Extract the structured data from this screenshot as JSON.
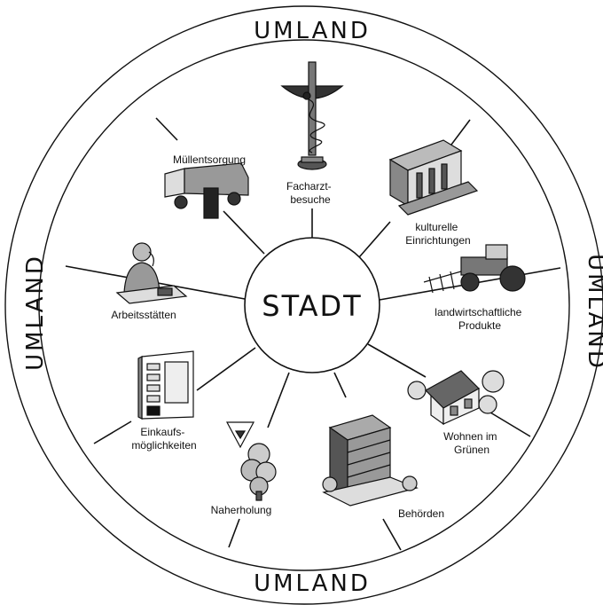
{
  "center": {
    "label": "STADT"
  },
  "outer_region": {
    "top": "UMLAND",
    "bottom": "UMLAND",
    "left": "UMLAND",
    "right": "UMLAND"
  },
  "items": [
    {
      "id": "facharzt",
      "icon": "medical-staff-icon",
      "lines": [
        "Facharzt-",
        "besuche"
      ]
    },
    {
      "id": "kultur",
      "icon": "building-icon",
      "lines": [
        "kulturelle",
        "Einrichtungen"
      ]
    },
    {
      "id": "landwirtschaft",
      "icon": "tractor-icon",
      "lines": [
        "landwirtschaftliche",
        "Produkte"
      ]
    },
    {
      "id": "wohnen",
      "icon": "house-icon",
      "lines": [
        "Wohnen im",
        "Grünen"
      ]
    },
    {
      "id": "behoerden",
      "icon": "office-tower-icon",
      "lines": [
        "Behörden"
      ]
    },
    {
      "id": "naherholung",
      "icon": "tree-sign-icon",
      "lines": [
        "Naherholung"
      ]
    },
    {
      "id": "einkauf",
      "icon": "vending-shelf-icon",
      "lines": [
        "Einkaufs-",
        "möglichkeiten"
      ]
    },
    {
      "id": "arbeit",
      "icon": "office-worker-icon",
      "lines": [
        "Arbeitsstätten"
      ]
    },
    {
      "id": "muell",
      "icon": "garbage-truck-icon",
      "lines": [
        "Müllentsorgung"
      ]
    }
  ]
}
